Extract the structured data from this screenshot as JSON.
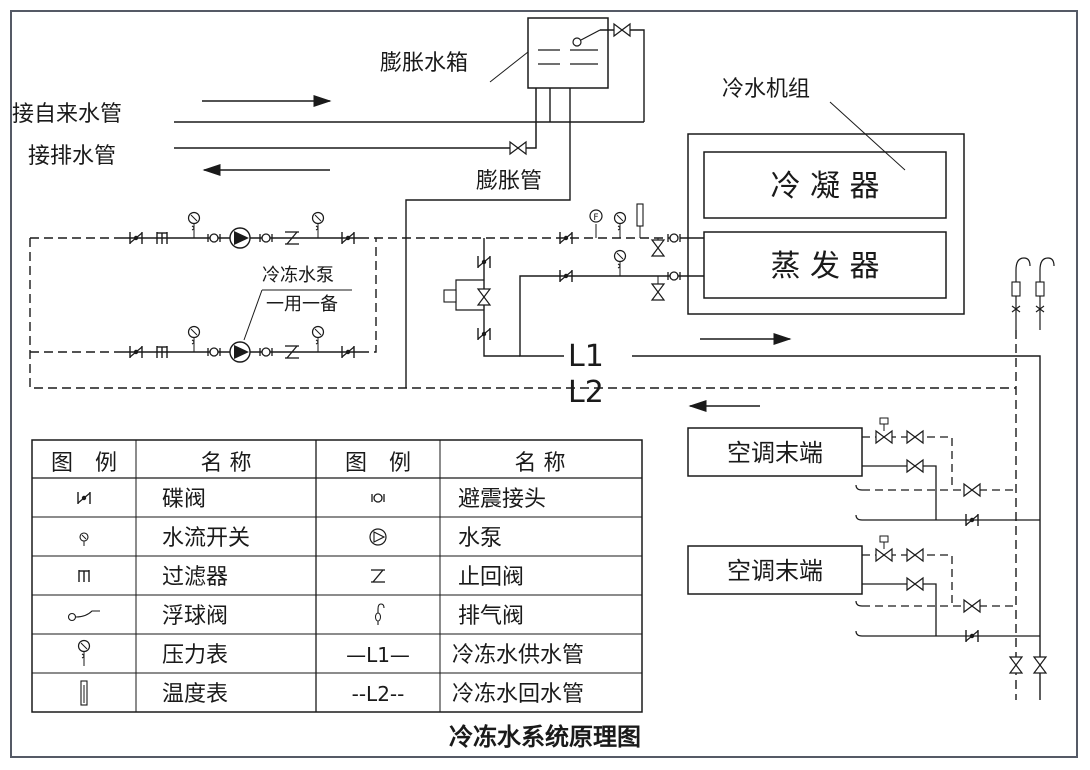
{
  "labels": {
    "expansion_tank": "膨胀水箱",
    "tap_water": "接自来水管",
    "drain": "接排水管",
    "expansion_pipe": "膨胀管",
    "chiller": "冷水机组",
    "condenser": "冷 凝 器",
    "evaporator": "蒸 发 器",
    "pump_line1": "冷冻水泵",
    "pump_line2": "一用一备",
    "l1": "L1",
    "l2": "L2",
    "terminal_1": "空调末端",
    "terminal_2": "空调末端"
  },
  "legend": {
    "headers": [
      "图　例",
      "名 称",
      "图　例",
      "名 称"
    ],
    "rows": [
      {
        "left_name": "碟阀",
        "right_name": "避震接头"
      },
      {
        "left_name": "水流开关",
        "right_name": "水泵"
      },
      {
        "left_name": "过滤器",
        "right_name": "止回阀"
      },
      {
        "left_name": "浮球阀",
        "right_name": "排气阀"
      },
      {
        "left_name": "压力表",
        "right_sym": "—L1—",
        "right_name": "冷冻水供水管"
      },
      {
        "left_name": "温度表",
        "right_sym": "--L2--",
        "right_name": "冷冻水回水管"
      }
    ]
  },
  "caption": "冷冻水系统原理图"
}
